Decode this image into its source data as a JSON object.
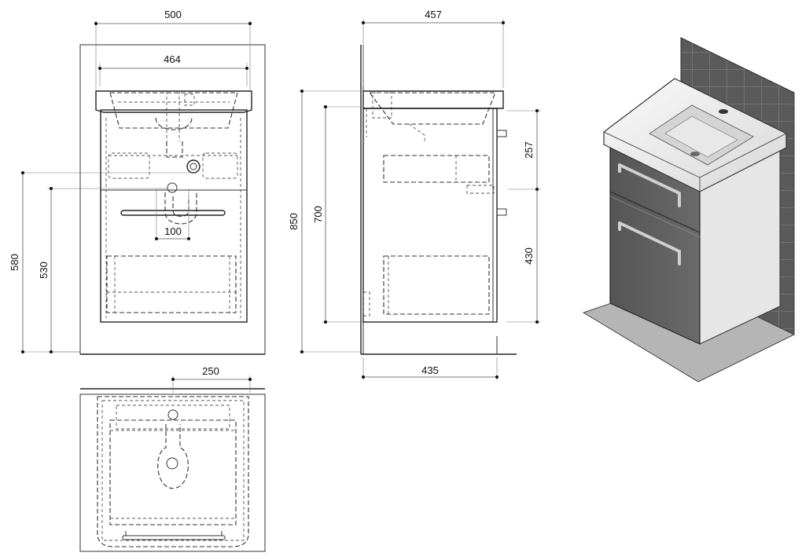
{
  "dimensions": {
    "front_width": "500",
    "basin_width": "464",
    "waste_offset": "100",
    "height_580": "580",
    "height_530": "530",
    "side_depth": "457",
    "cabinet_depth": "435",
    "total_height": "850",
    "cabinet_height": "700",
    "drawer_top_height": "257",
    "drawer_bottom_height": "430",
    "plan_centre": "250"
  },
  "colors": {
    "tile_wall": "#5a5a5a",
    "tile_grout": "#8a8a8a",
    "cabinet_front": "#5e5e5e",
    "cabinet_side": "#e6e6e6",
    "floor": "#b5b5b5",
    "basin": "#f2f2f2",
    "line": "#222222"
  }
}
